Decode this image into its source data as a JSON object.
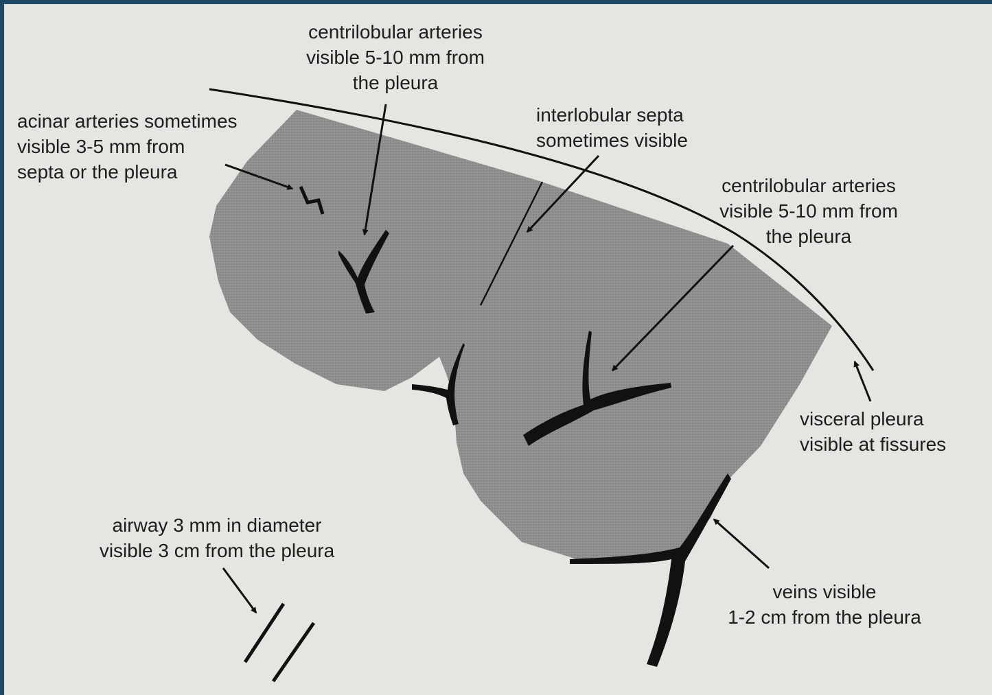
{
  "colors": {
    "frame": "#1c4a66",
    "paper": "#e5e5e1",
    "lobule_fill": "#8f8f8f",
    "ink": "#111111",
    "text": "#1e1e1e"
  },
  "labels": {
    "centrilobular_left": [
      "centrilobular arteries",
      "visible 5-10 mm from",
      "the pleura"
    ],
    "acinar": [
      "acinar arteries sometimes",
      "visible 3-5 mm from",
      "septa or the pleura"
    ],
    "septa": [
      "interlobular septa",
      "sometimes visible"
    ],
    "centrilobular_right": [
      "centrilobular arteries",
      "visible 5-10 mm from",
      "the pleura"
    ],
    "visceral_pleura": [
      "visceral pleura",
      "visible at fissures"
    ],
    "airway": [
      "airway 3 mm in diameter",
      "visible 3 cm from the pleura"
    ],
    "veins": [
      "veins visible",
      "1-2 cm from the pleura"
    ]
  },
  "icons": [
    "arrow-icon",
    "artery-branch-icon",
    "vein-branch-icon",
    "airway-walls-icon"
  ]
}
